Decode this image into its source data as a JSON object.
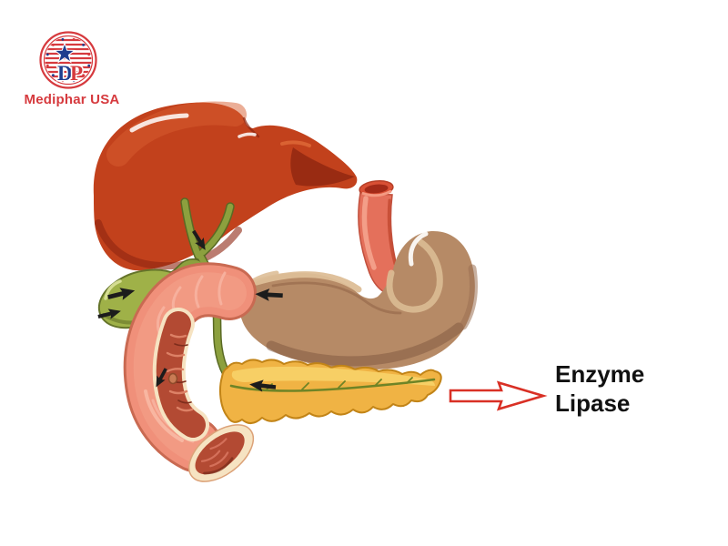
{
  "brand": {
    "company": "Mediphar USA",
    "monogram_left": "D",
    "monogram_right": "P"
  },
  "annotation": {
    "line1": "Enzyme",
    "line2": "Lipase"
  },
  "colors": {
    "background": "#FFFFFF",
    "liver": "#C2411C",
    "esophagus": "#E4705B",
    "esophagus_opening": "#A32A18",
    "stomach": "#B68A66",
    "gallbladder": "#9FB148",
    "bile_duct": "#8CA03E",
    "duodenum": "#F0907A",
    "duodenum_outline": "#C96A52",
    "duodenum_lining": "#B34A33",
    "duodenum_rim": "#F6E3C2",
    "pancreas": "#F0B344",
    "pancreas_outline": "#C28417",
    "pancreas_duct": "#6E8426",
    "flow_arrow": "#1C1C1C",
    "annotation_arrow": "#D93025",
    "annotation_text": "#111111",
    "logo_red": "#D63A3E",
    "logo_blue": "#1F3E8F"
  }
}
